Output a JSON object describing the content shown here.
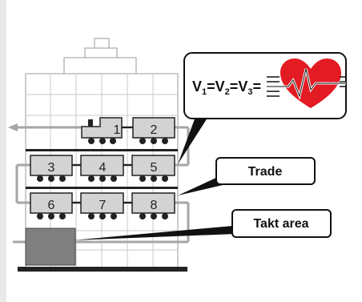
{
  "wagons": [
    {
      "number": "1",
      "has_locomotive": true
    },
    {
      "number": "2"
    },
    {
      "number": "3"
    },
    {
      "number": "4"
    },
    {
      "number": "5"
    },
    {
      "number": "6"
    },
    {
      "number": "7"
    },
    {
      "number": "8"
    }
  ],
  "callouts": {
    "velocity": {
      "v1": "V",
      "s1": "1",
      "v2": "V",
      "s2": "2",
      "v3": "V",
      "s3": "3",
      "eq": "=",
      "icon": "heartbeat-heart-icon"
    },
    "trade": "Trade",
    "takt": "Takt area"
  },
  "colors": {
    "wagon_fill": "#d3d3d3",
    "track": "#a6a6a6",
    "takt_area": "#808080",
    "heart": "#e31b23",
    "outline": "#222222"
  }
}
